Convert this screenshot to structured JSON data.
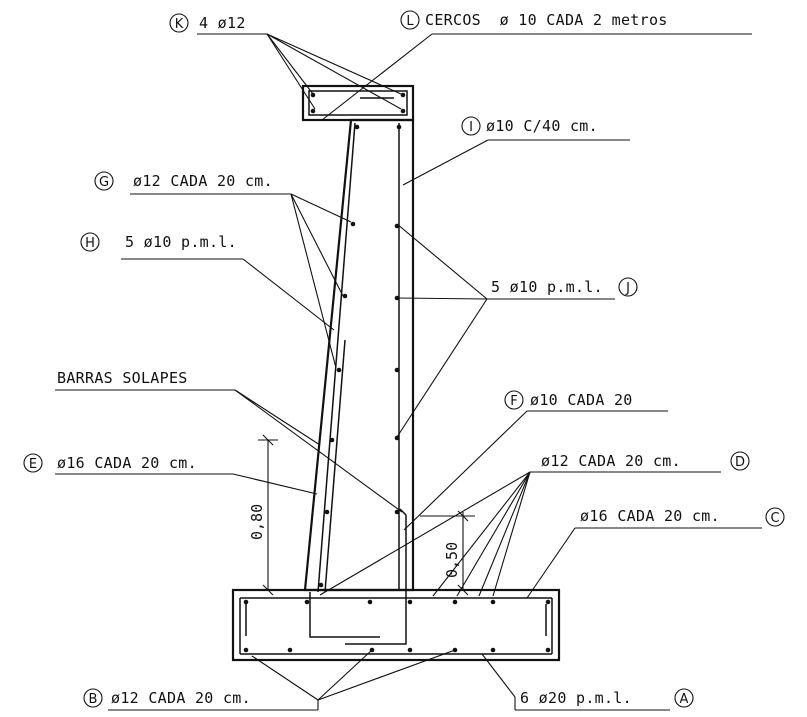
{
  "colors": {
    "ink": "#111111",
    "paper": "#ffffff"
  },
  "labels": {
    "K": {
      "letter": "K",
      "text": "4 ø12"
    },
    "L": {
      "letter": "L",
      "text": "CERCOS  ø 10 CADA 2 metros"
    },
    "I": {
      "letter": "I",
      "text": "ø10 C/40 cm."
    },
    "G": {
      "letter": "G",
      "text": "ø12 CADA 20 cm."
    },
    "H": {
      "letter": "H",
      "text": "5 ø10 p.m.l."
    },
    "J": {
      "letter": "J",
      "text": "5 ø10 p.m.l."
    },
    "barras": {
      "text": "BARRAS SOLAPES"
    },
    "F": {
      "letter": "F",
      "text": "ø10 CADA 20"
    },
    "E": {
      "letter": "E",
      "text": "ø16 CADA 20 cm."
    },
    "D": {
      "letter": "D",
      "text": "ø12 CADA 20 cm."
    },
    "C": {
      "letter": "C",
      "text": "ø16 CADA 20 cm."
    },
    "B": {
      "letter": "B",
      "text": "ø12 CADA 20 cm."
    },
    "A": {
      "letter": "A",
      "text": "6 ø20 p.m.l."
    }
  },
  "dimensions": {
    "stem_lap": "0,80",
    "heel_lap": "0,50"
  }
}
